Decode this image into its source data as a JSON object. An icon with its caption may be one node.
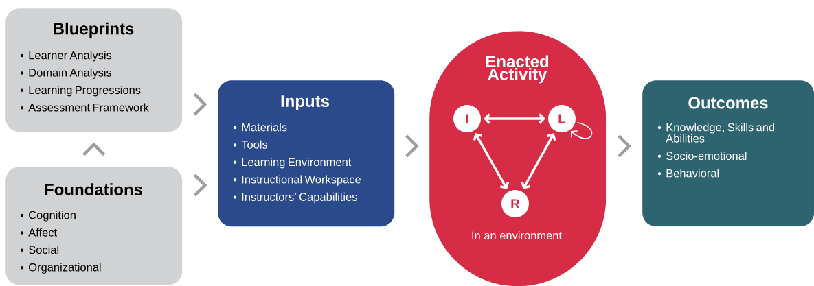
{
  "diagram": {
    "nodes": [
      {
        "text": [
          "Blueprints",
          "Learner Analysis",
          "Domain Analysis",
          "Learning Progressions",
          "Assessment Framework"
        ]
      },
      {
        "text": [
          "Foundations",
          "Cognition",
          "Affect",
          "Social",
          "Organizational"
        ]
      },
      {
        "text": [
          "Inputs",
          "Materials",
          "Tools",
          "Learning Environment",
          "Instructional Workspace",
          "Instructors’ Capabilities"
        ]
      },
      {
        "text": [
          "Enacted Activity",
          "In an environment"
        ]
      },
      {
        "text": [
          "I"
        ],
        "in": 3
      },
      {
        "text": [
          "L"
        ],
        "in": 3
      },
      {
        "text": [
          "R"
        ],
        "in": 3
      },
      {
        "text": [
          "Outcomes",
          "Knowledge, Skills and Abilities",
          "Socio-emotional",
          "Behavioral"
        ]
      }
    ],
    "edges": [
      {
        "from": 1,
        "to": 0,
        "arrow": "to"
      },
      {
        "from": 0,
        "to": 2,
        "arrow": "to"
      },
      {
        "from": 1,
        "to": 2,
        "arrow": "to"
      },
      {
        "from": 2,
        "to": 3,
        "arrow": "to"
      },
      {
        "from": 3,
        "to": 7,
        "arrow": "to"
      },
      {
        "from": 4,
        "to": 5,
        "arrow": "both",
        "color": "#ffffff"
      },
      {
        "from": 4,
        "to": 6,
        "arrow": "both",
        "color": "#ffffff"
      },
      {
        "from": 5,
        "to": 6,
        "arrow": "both",
        "color": "#ffffff"
      },
      {
        "from": 5,
        "to": 5,
        "arrow": "to",
        "color": "#ffffff"
      }
    ]
  }
}
